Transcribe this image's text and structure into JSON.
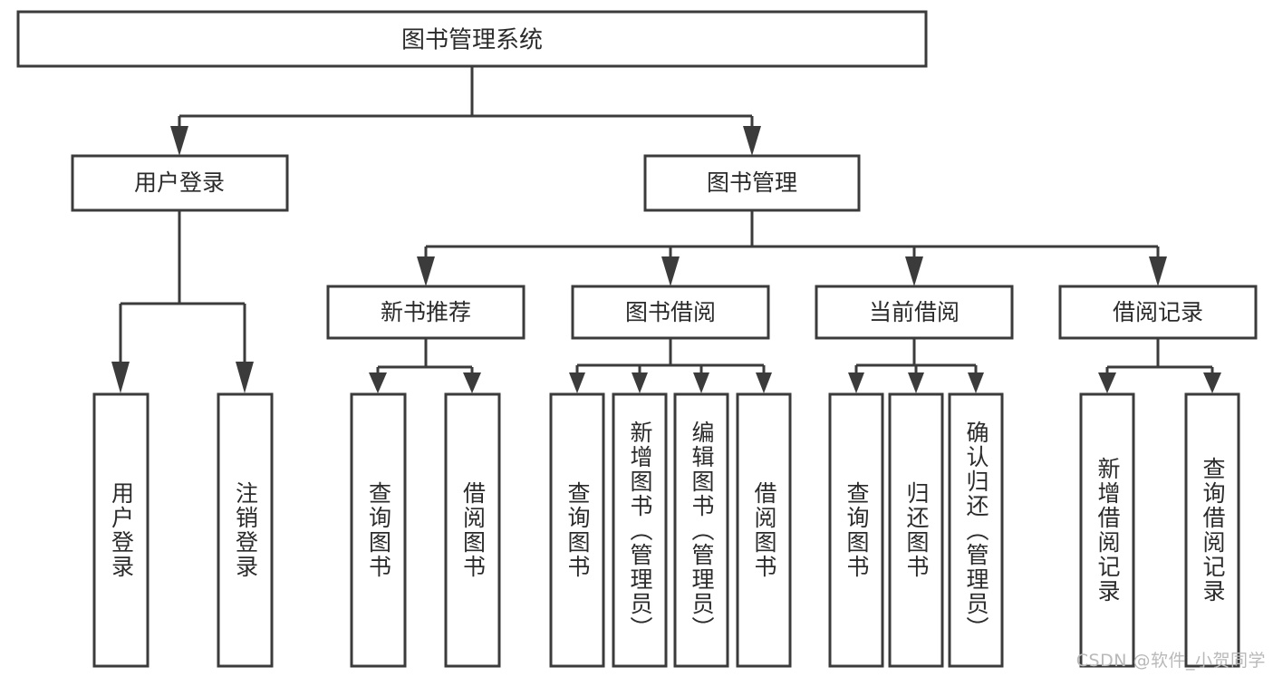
{
  "diagram": {
    "type": "tree-hierarchy",
    "title": "图书管理系统",
    "orientation": "top-down",
    "colors": {
      "box_border": "#3b3b3b",
      "box_fill": "#ffffff",
      "text": "#2b2b2b",
      "connector": "#3b3b3b",
      "watermark": "#b9b9b9",
      "background": "#ffffff"
    },
    "root": {
      "id": "root",
      "label": "图书管理系统"
    },
    "level2": [
      {
        "id": "user-login",
        "label": "用户登录"
      },
      {
        "id": "book-management",
        "label": "图书管理"
      }
    ],
    "level3": [
      {
        "id": "new-book-recommend",
        "label": "新书推荐",
        "parent": "book-management"
      },
      {
        "id": "book-borrow",
        "label": "图书借阅",
        "parent": "book-management"
      },
      {
        "id": "current-borrow",
        "label": "当前借阅",
        "parent": "book-management"
      },
      {
        "id": "borrow-record",
        "label": "借阅记录",
        "parent": "book-management"
      }
    ],
    "leaves": [
      {
        "id": "leaf-user-login",
        "label": "用户登录",
        "parent": "user-login"
      },
      {
        "id": "leaf-user-logout",
        "label": "注销登录",
        "parent": "user-login"
      },
      {
        "id": "leaf-query-book-1",
        "label": "查询图书",
        "parent": "new-book-recommend"
      },
      {
        "id": "leaf-borrow-book-1",
        "label": "借阅图书",
        "parent": "new-book-recommend"
      },
      {
        "id": "leaf-query-book-2",
        "label": "查询图书",
        "parent": "book-borrow"
      },
      {
        "id": "leaf-add-book",
        "label": "新增图书（管理员）",
        "parent": "book-borrow"
      },
      {
        "id": "leaf-edit-book",
        "label": "编辑图书（管理员）",
        "parent": "book-borrow"
      },
      {
        "id": "leaf-borrow-book-2",
        "label": "借阅图书",
        "parent": "book-borrow"
      },
      {
        "id": "leaf-query-book-3",
        "label": "查询图书",
        "parent": "current-borrow"
      },
      {
        "id": "leaf-return-book",
        "label": "归还图书",
        "parent": "current-borrow"
      },
      {
        "id": "leaf-confirm-return",
        "label": "确认归还（管理员）",
        "parent": "current-borrow"
      },
      {
        "id": "leaf-add-record",
        "label": "新增借阅记录",
        "parent": "borrow-record"
      },
      {
        "id": "leaf-query-record",
        "label": "查询借阅记录",
        "parent": "borrow-record"
      }
    ]
  },
  "watermark": {
    "text": "CSDN @软件_小贺同学"
  }
}
